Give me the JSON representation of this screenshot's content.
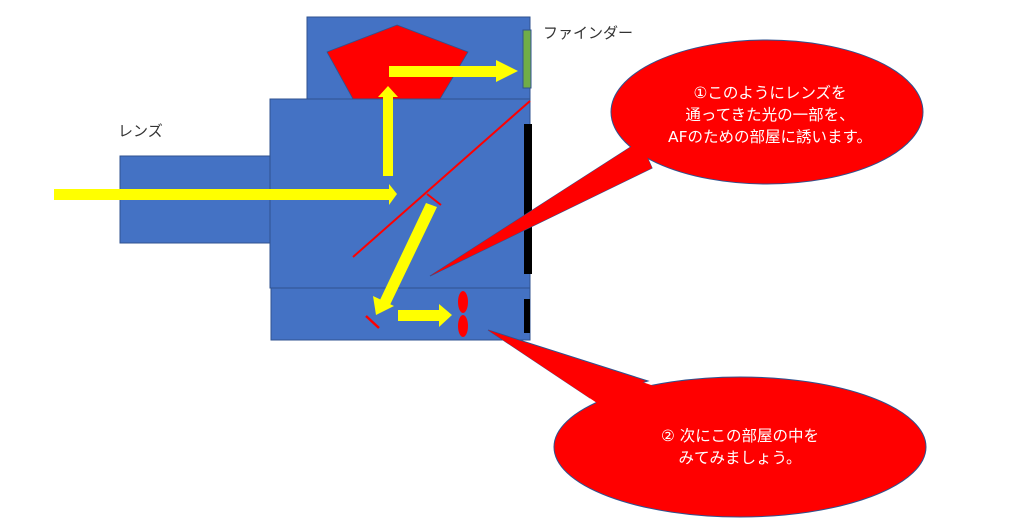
{
  "labels": {
    "finder": "ファインダー",
    "lens": "レンズ"
  },
  "callouts": [
    {
      "lines": [
        "①このようにレンズを",
        "通ってきた光の一部を、",
        "AFのための部屋に誘います。"
      ]
    },
    {
      "lines": [
        "② 次にこの部屋の中を",
        "みてみましょう。"
      ]
    }
  ],
  "colors": {
    "body": "#4472c4",
    "body_stroke": "#2f528f",
    "light_path": "#ffff00",
    "mirror": "#ff0000",
    "callout": "#ff0000",
    "finder_window": "#70ad47",
    "sensor": "#000000",
    "text": "#333333"
  }
}
